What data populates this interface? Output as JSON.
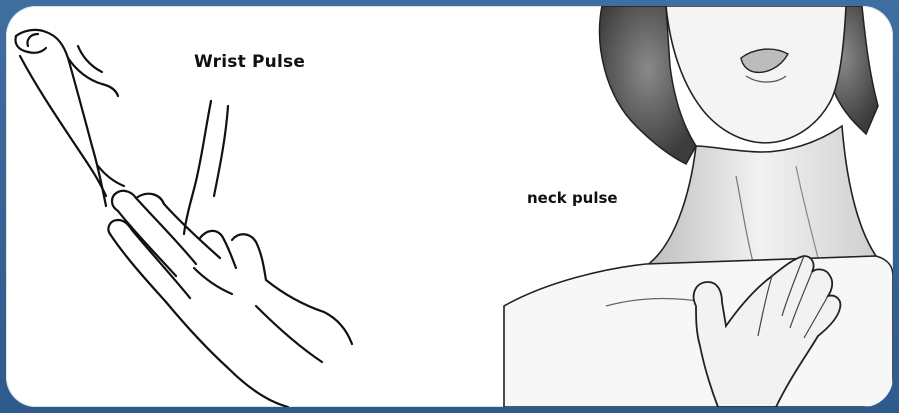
{
  "labels": {
    "wrist": "Wrist Pulse",
    "neck": "neck pulse"
  },
  "colors": {
    "frame": "#2e5b8c",
    "background": "#ffffff",
    "ink": "#111111",
    "shade": "#9a9a9a"
  },
  "illustrations": [
    "wrist-hand-illustration",
    "neck-illustration"
  ]
}
